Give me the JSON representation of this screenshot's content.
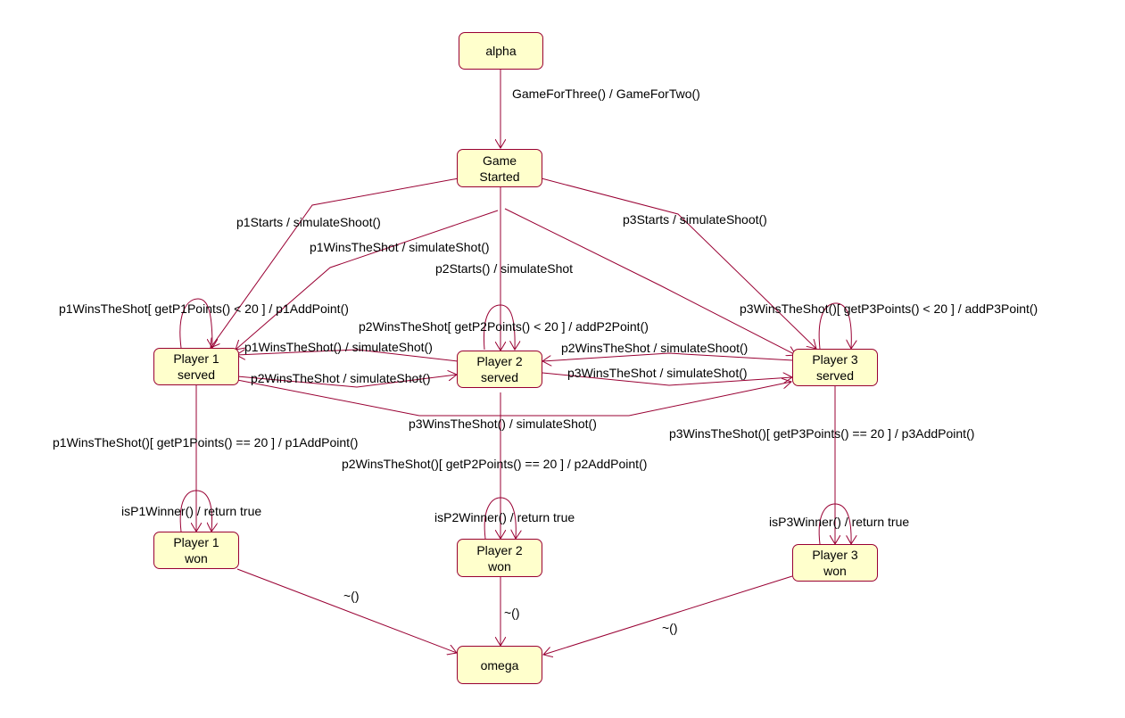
{
  "accent_color": "#990033",
  "node_fill": "#ffffcc",
  "states": {
    "alpha": {
      "line1": "alpha",
      "line2": ""
    },
    "game_started": {
      "line1": "Game",
      "line2": "Started"
    },
    "p1_served": {
      "line1": "Player 1",
      "line2": "served"
    },
    "p2_served": {
      "line1": "Player 2",
      "line2": "served"
    },
    "p3_served": {
      "line1": "Player 3",
      "line2": "served"
    },
    "p1_won": {
      "line1": "Player 1",
      "line2": "won"
    },
    "p2_won": {
      "line1": "Player 2",
      "line2": "won"
    },
    "p3_won": {
      "line1": "Player 3",
      "line2": "won"
    },
    "omega": {
      "line1": "omega",
      "line2": ""
    }
  },
  "transitions": {
    "alpha_to_game": "GameForThree() / GameForTwo()",
    "p1_starts": "p1Starts / simulateShoot()",
    "p1_wins_shot_game": "p1WinsTheShot / simulateShot()",
    "p2_starts": "p2Starts() / simulateShot",
    "p3_starts": "p3Starts / simulateShoot()",
    "p1_self": "p1WinsTheShot[ getP1Points() < 20 ] / p1AddPoint()",
    "p2_self": "p2WinsTheShot[ getP2Points() < 20 ] / addP2Point()",
    "p3_self": "p3WinsTheShot()[ getP3Points() < 20 ] / addP3Point()",
    "p2_to_p1": "p1WinsTheShot() / simulateShot()",
    "p1_to_p2": "p2WinsTheShot / simulateShot()",
    "p3_to_p2": "p2WinsTheShot / simulateShoot()",
    "p2_to_p3": "p3WinsTheShot / simulateShot()",
    "p1_to_p3": "p3WinsTheShot() / simulateShot()",
    "p1_wins": "p1WinsTheShot()[ getP1Points() == 20 ] / p1AddPoint()",
    "p2_wins": "p2WinsTheShot()[ getP2Points() == 20 ] / p2AddPoint()",
    "p3_wins": "p3WinsTheShot()[ getP3Points() == 20 ] / p3AddPoint()",
    "p1_winner_self": "isP1Winner() / return true",
    "p2_winner_self": "isP2Winner() / return true",
    "p3_winner_self": "isP3Winner() / return true",
    "p1_won_to_omega": "~()",
    "p2_won_to_omega": "~()",
    "p3_won_to_omega": "~()"
  }
}
